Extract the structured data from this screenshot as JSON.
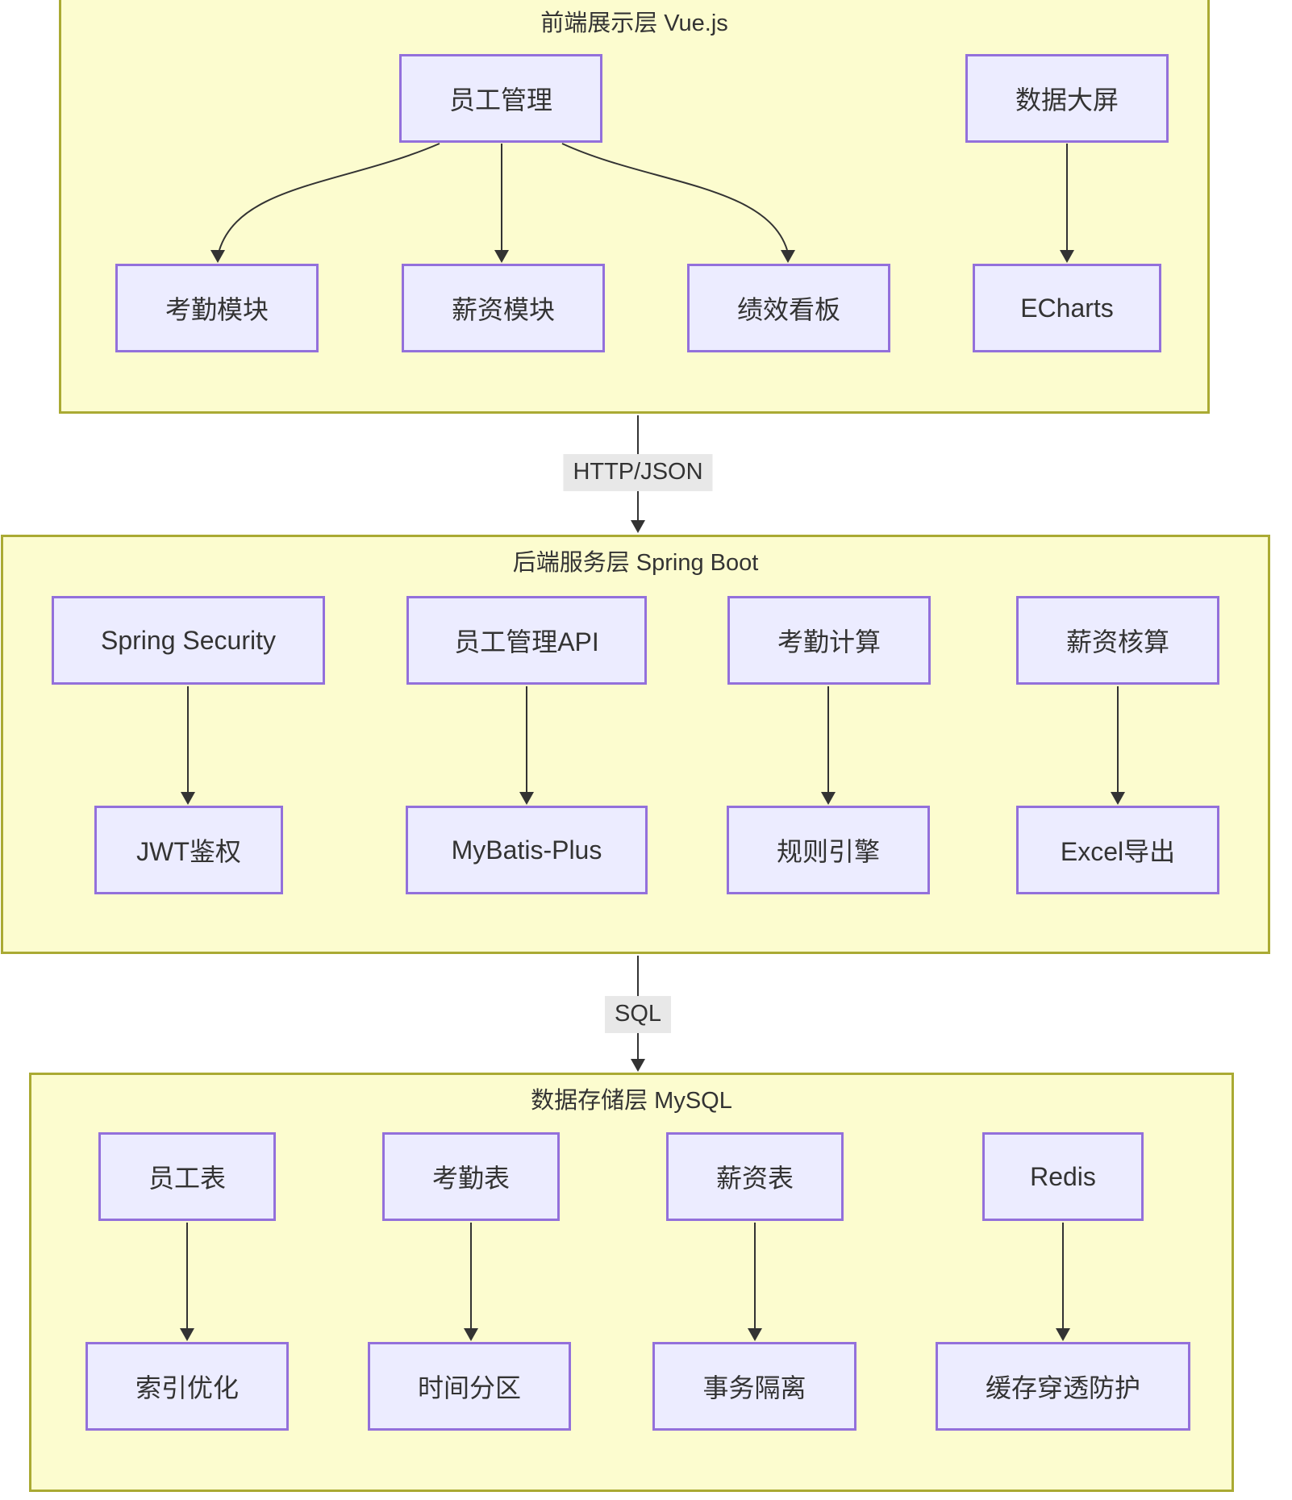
{
  "diagram_type": "architecture-flowchart",
  "colors": {
    "layer_fill": "#FCFCCF",
    "layer_border": "#AAAA33",
    "node_fill": "#ECECFF",
    "node_border": "#9370DB",
    "edge_color": "#333333",
    "edge_label_bg": "#E8E8E8",
    "text_color": "#333333",
    "page_bg": "#FFFFFF"
  },
  "layers": [
    {
      "title": "前端展示层 Vue.js",
      "nodes": [
        {
          "id": "emp-mgmt",
          "label": "员工管理"
        },
        {
          "id": "data-screen",
          "label": "数据大屏"
        },
        {
          "id": "attendance-module",
          "label": "考勤模块"
        },
        {
          "id": "salary-module",
          "label": "薪资模块"
        },
        {
          "id": "perf-board",
          "label": "绩效看板"
        },
        {
          "id": "echarts",
          "label": "ECharts"
        }
      ]
    },
    {
      "title": "后端服务层 Spring Boot",
      "nodes": [
        {
          "id": "spring-security",
          "label": "Spring Security"
        },
        {
          "id": "emp-api",
          "label": "员工管理API"
        },
        {
          "id": "attendance-calc",
          "label": "考勤计算"
        },
        {
          "id": "salary-calc",
          "label": "薪资核算"
        },
        {
          "id": "jwt-auth",
          "label": "JWT鉴权"
        },
        {
          "id": "mybatis-plus",
          "label": "MyBatis-Plus"
        },
        {
          "id": "rule-engine",
          "label": "规则引擎"
        },
        {
          "id": "excel-export",
          "label": "Excel导出"
        }
      ]
    },
    {
      "title": "数据存储层 MySQL",
      "nodes": [
        {
          "id": "emp-table",
          "label": "员工表"
        },
        {
          "id": "attendance-table",
          "label": "考勤表"
        },
        {
          "id": "salary-table",
          "label": "薪资表"
        },
        {
          "id": "redis",
          "label": "Redis"
        },
        {
          "id": "index-opt",
          "label": "索引优化"
        },
        {
          "id": "time-partition",
          "label": "时间分区"
        },
        {
          "id": "tx-isolation",
          "label": "事务隔离"
        },
        {
          "id": "cache-protect",
          "label": "缓存穿透防护"
        }
      ]
    }
  ],
  "edges": [
    {
      "from": "员工管理",
      "to": "考勤模块",
      "label": ""
    },
    {
      "from": "员工管理",
      "to": "薪资模块",
      "label": ""
    },
    {
      "from": "员工管理",
      "to": "绩效看板",
      "label": ""
    },
    {
      "from": "数据大屏",
      "to": "ECharts",
      "label": ""
    },
    {
      "from": "前端展示层 Vue.js",
      "to": "后端服务层 Spring Boot",
      "label": "HTTP/JSON"
    },
    {
      "from": "Spring Security",
      "to": "JWT鉴权",
      "label": ""
    },
    {
      "from": "员工管理API",
      "to": "MyBatis-Plus",
      "label": ""
    },
    {
      "from": "考勤计算",
      "to": "规则引擎",
      "label": ""
    },
    {
      "from": "薪资核算",
      "to": "Excel导出",
      "label": ""
    },
    {
      "from": "后端服务层 Spring Boot",
      "to": "数据存储层 MySQL",
      "label": "SQL"
    },
    {
      "from": "员工表",
      "to": "索引优化",
      "label": ""
    },
    {
      "from": "考勤表",
      "to": "时间分区",
      "label": ""
    },
    {
      "from": "薪资表",
      "to": "事务隔离",
      "label": ""
    },
    {
      "from": "Redis",
      "to": "缓存穿透防护",
      "label": ""
    }
  ]
}
